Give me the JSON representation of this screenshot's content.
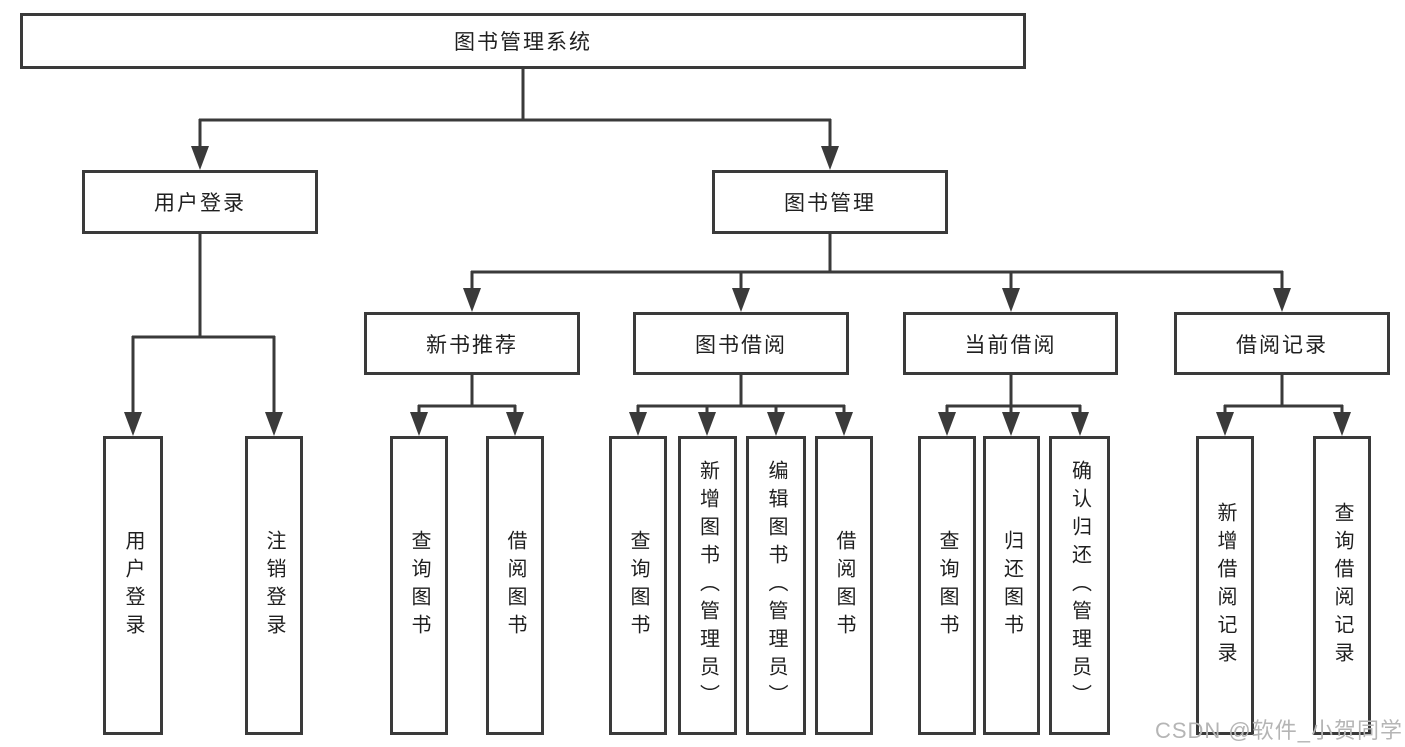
{
  "diagram": {
    "root": {
      "label": "图书管理系统"
    },
    "branches": [
      {
        "label": "用户登录",
        "children": [
          {
            "label": "用户登录"
          },
          {
            "label": "注销登录"
          }
        ]
      },
      {
        "label": "图书管理",
        "children": [
          {
            "label": "新书推荐",
            "children": [
              {
                "label": "查询图书"
              },
              {
                "label": "借阅图书"
              }
            ]
          },
          {
            "label": "图书借阅",
            "children": [
              {
                "label": "查询图书"
              },
              {
                "label": "新增图书（管理员）"
              },
              {
                "label": "编辑图书（管理员）"
              },
              {
                "label": "借阅图书"
              }
            ]
          },
          {
            "label": "当前借阅",
            "children": [
              {
                "label": "查询图书"
              },
              {
                "label": "归还图书"
              },
              {
                "label": "确认归还（管理员）"
              }
            ]
          },
          {
            "label": "借阅记录",
            "children": [
              {
                "label": "新增借阅记录"
              },
              {
                "label": "查询借阅记录"
              }
            ]
          }
        ]
      }
    ],
    "colors": {
      "line": "#3a3a3a",
      "text": "#1f1f1f",
      "box_background": "#ffffff",
      "watermark": "#b5b5b5"
    },
    "watermark": "CSDN @软件_小贺同学"
  }
}
